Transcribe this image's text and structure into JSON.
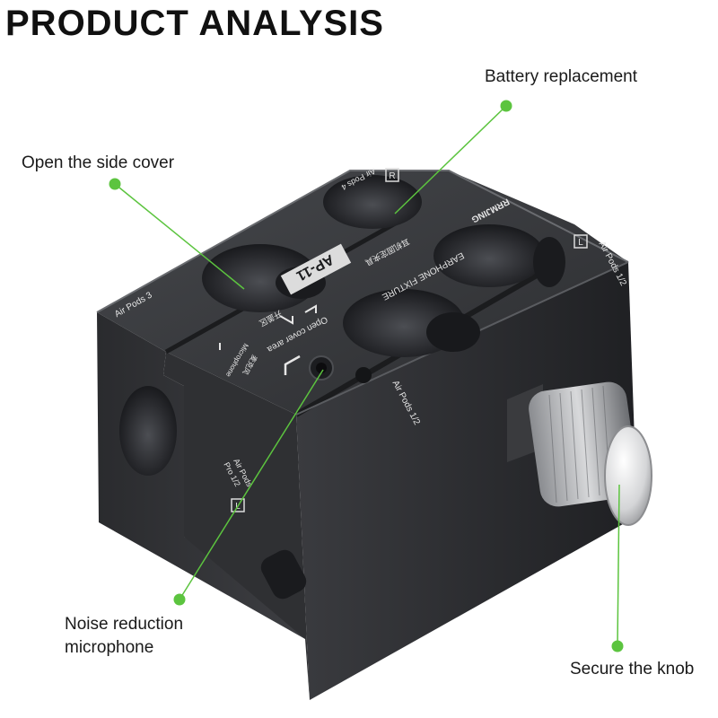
{
  "header": {
    "title": "PRODUCT ANALYSIS"
  },
  "callouts": {
    "battery": "Battery replacement",
    "side_cover": "Open the side cover",
    "microphone_line1": "Noise reduction",
    "microphone_line2": "microphone",
    "knob": "Secure the knob"
  },
  "product": {
    "model": "AP-11",
    "brand": "RRMJING",
    "fixture_label": "EARPHONE FIXTURE",
    "fixture_label_cn": "耳机固定夹具",
    "open_cover_area": "Open cover area",
    "open_cover_cn": "开盖区",
    "microphone_label": "Microphone",
    "microphone_cn": "麦克风",
    "airpods_3": "Air Pods 3",
    "airpods_4": "Air Pods 4",
    "airpods_12_top": "Air Pods 1/2",
    "airpods_12_front": "Air Pods 1/2",
    "airpods_pro_line1": "Air Pods",
    "airpods_pro_line2": "Pro 1/2",
    "side_r": "R",
    "side_l": "L",
    "side_l_front": "L"
  },
  "colors": {
    "accent": "#5cc43f",
    "body": "#2a2b2e",
    "leader": "#5cc43f"
  }
}
